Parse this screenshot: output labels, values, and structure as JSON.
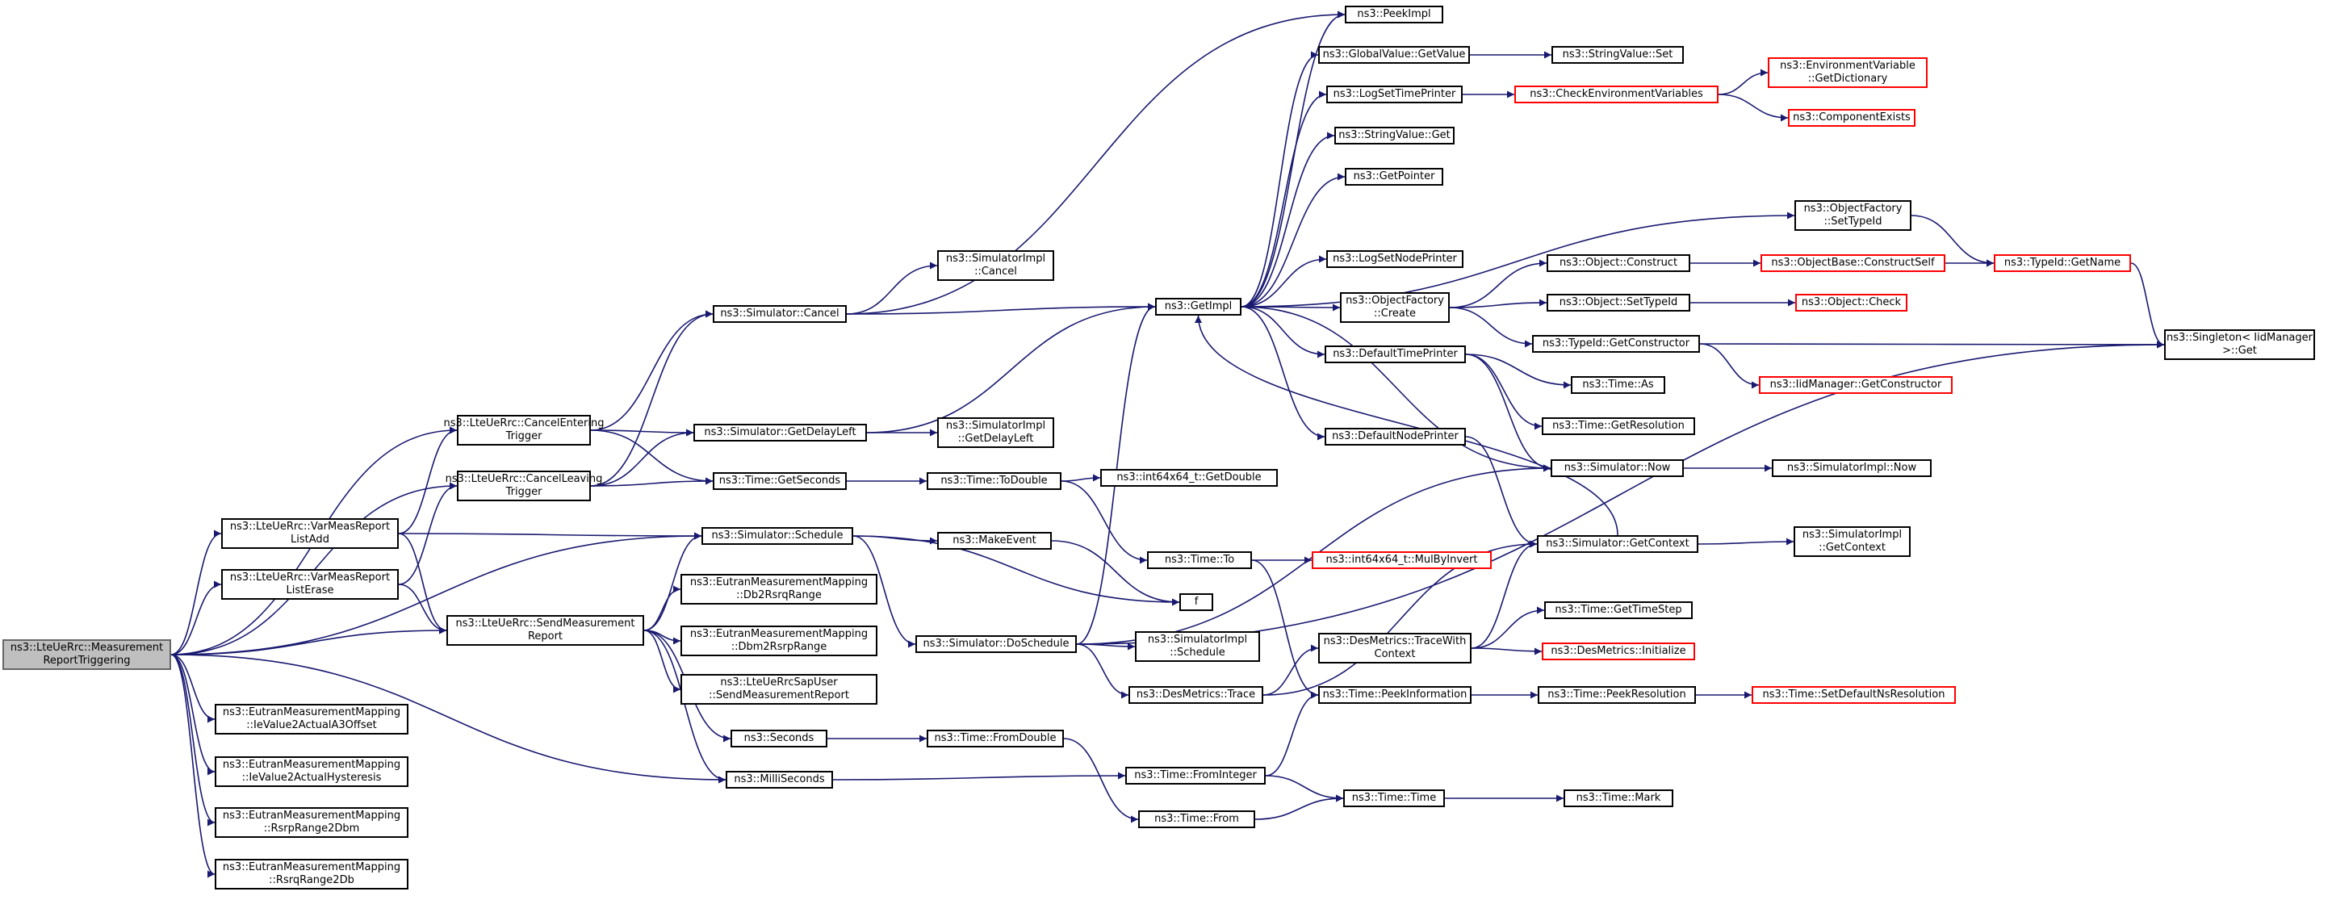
{
  "colors": {
    "edge": "#191970",
    "node_border": "#000000",
    "external_border": "#ff0000",
    "root_fill": "#bfbfbf",
    "root_border": "#666666"
  },
  "nodes": {
    "root": [
      "ns3::LteUeRrc::Measurement",
      "ReportTriggering"
    ],
    "cancel_entering": [
      "ns3::LteUeRrc::CancelEntering",
      "Trigger"
    ],
    "cancel_leaving": [
      "ns3::LteUeRrc::CancelLeaving",
      "Trigger"
    ],
    "varmeas_add": [
      "ns3::LteUeRrc::VarMeasReport",
      "ListAdd"
    ],
    "varmeas_erase": [
      "ns3::LteUeRrc::VarMeasReport",
      "ListErase"
    ],
    "ie_a3offset": [
      "ns3::EutranMeasurementMapping",
      "::IeValue2ActualA3Offset"
    ],
    "ie_hysteresis": [
      "ns3::EutranMeasurementMapping",
      "::IeValue2ActualHysteresis"
    ],
    "rsrp_range2dbm": [
      "ns3::EutranMeasurementMapping",
      "::RsrpRange2Dbm"
    ],
    "rsrq_range2db": [
      "ns3::EutranMeasurementMapping",
      "::RsrqRange2Db"
    ],
    "sim_cancel": [
      "ns3::Simulator::Cancel"
    ],
    "sim_getdelayleft": [
      "ns3::Simulator::GetDelayLeft"
    ],
    "time_getseconds": [
      "ns3::Time::GetSeconds"
    ],
    "sim_schedule": [
      "ns3::Simulator::Schedule"
    ],
    "send_meas_report": [
      "ns3::LteUeRrc::SendMeasurement",
      "Report"
    ],
    "db2rsrq": [
      "ns3::EutranMeasurementMapping",
      "::Db2RsrqRange"
    ],
    "dbm2rsrp": [
      "ns3::EutranMeasurementMapping",
      "::Dbm2RsrpRange"
    ],
    "sap_send": [
      "ns3::LteUeRrcSapUser",
      "::SendMeasurementReport"
    ],
    "seconds": [
      "ns3::Seconds"
    ],
    "milliseconds": [
      "ns3::MilliSeconds"
    ],
    "simimpl_cancel": [
      "ns3::SimulatorImpl",
      "::Cancel"
    ],
    "simimpl_getdelayleft": [
      "ns3::SimulatorImpl",
      "::GetDelayLeft"
    ],
    "time_todouble": [
      "ns3::Time::ToDouble"
    ],
    "makeevent": [
      "ns3::MakeEvent"
    ],
    "sim_doschedule": [
      "ns3::Simulator::DoSchedule"
    ],
    "time_fromdouble": [
      "ns3::Time::FromDouble"
    ],
    "getimpl": [
      "ns3::GetImpl"
    ],
    "int64_getdouble": [
      "ns3::int64x64_t::GetDouble"
    ],
    "time_to": [
      "ns3::Time::To"
    ],
    "f": [
      "f"
    ],
    "simimpl_schedule": [
      "ns3::SimulatorImpl",
      "::Schedule"
    ],
    "desmetrics_trace": [
      "ns3::DesMetrics::Trace"
    ],
    "time_frominteger": [
      "ns3::Time::FromInteger"
    ],
    "time_from": [
      "ns3::Time::From"
    ],
    "int64_mulbyinvert": [
      "ns3::int64x64_t::MulByInvert"
    ],
    "peekimpl": [
      "ns3::PeekImpl"
    ],
    "globalvalue_getvalue": [
      "ns3::GlobalValue::GetValue"
    ],
    "logsettimeprinter": [
      "ns3::LogSetTimePrinter"
    ],
    "stringvalue_get": [
      "ns3::StringValue::Get"
    ],
    "getpointer": [
      "ns3::GetPointer"
    ],
    "logsetnodeprinter": [
      "ns3::LogSetNodePrinter"
    ],
    "objectfactory_create": [
      "ns3::ObjectFactory",
      "::Create"
    ],
    "defaulttimeprinter": [
      "ns3::DefaultTimePrinter"
    ],
    "defaultnodeprinter": [
      "ns3::DefaultNodePrinter"
    ],
    "desmetrics_tracewith": [
      "ns3::DesMetrics::TraceWith",
      "Context"
    ],
    "time_peekinformation": [
      "ns3::Time::PeekInformation"
    ],
    "time_time": [
      "ns3::Time::Time"
    ],
    "stringvalue_set": [
      "ns3::StringValue::Set"
    ],
    "check_env_vars": [
      "ns3::CheckEnvironmentVariables"
    ],
    "object_construct": [
      "ns3::Object::Construct"
    ],
    "object_settypeid": [
      "ns3::Object::SetTypeId"
    ],
    "typeid_getconstructor": [
      "ns3::TypeId::GetConstructor"
    ],
    "time_as": [
      "ns3::Time::As"
    ],
    "time_getresolution": [
      "ns3::Time::GetResolution"
    ],
    "sim_now": [
      "ns3::Simulator::Now"
    ],
    "sim_getcontext": [
      "ns3::Simulator::GetContext"
    ],
    "time_gettimestep": [
      "ns3::Time::GetTimeStep"
    ],
    "desmetrics_initialize": [
      "ns3::DesMetrics::Initialize"
    ],
    "time_peekresolution": [
      "ns3::Time::PeekResolution"
    ],
    "time_mark": [
      "ns3::Time::Mark"
    ],
    "env_getdictionary": [
      "ns3::EnvironmentVariable",
      "::GetDictionary"
    ],
    "componentexists": [
      "ns3::ComponentExists"
    ],
    "objectfactory_settypeid": [
      "ns3::ObjectFactory",
      "::SetTypeId"
    ],
    "objectbase_constructself": [
      "ns3::ObjectBase::ConstructSelf"
    ],
    "object_check": [
      "ns3::Object::Check"
    ],
    "iidmanager_getconstructor": [
      "ns3::IidManager::GetConstructor"
    ],
    "simimpl_now": [
      "ns3::SimulatorImpl::Now"
    ],
    "simimpl_getcontext": [
      "ns3::SimulatorImpl",
      "::GetContext"
    ],
    "time_setdefaultns": [
      "ns3::Time::SetDefaultNsResolution"
    ],
    "typeid_getname": [
      "ns3::TypeId::GetName"
    ],
    "singleton_get": [
      "ns3::Singleton< IidManager",
      ">::Get"
    ]
  }
}
